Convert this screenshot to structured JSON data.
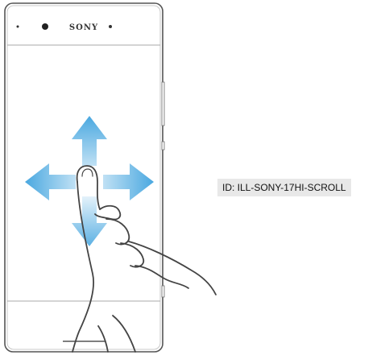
{
  "phone": {
    "brand": "SONY"
  },
  "illustration": {
    "gesture": "drag-in-all-directions",
    "arrow_color": "#4aa8e0",
    "arrow_icons": [
      "arrow-up-icon",
      "arrow-down-icon",
      "arrow-left-icon",
      "arrow-right-icon"
    ],
    "hand_icon": "pointing-finger-icon"
  },
  "label": {
    "id_text": "ID: ILL-SONY-17HI-SCROLL"
  }
}
